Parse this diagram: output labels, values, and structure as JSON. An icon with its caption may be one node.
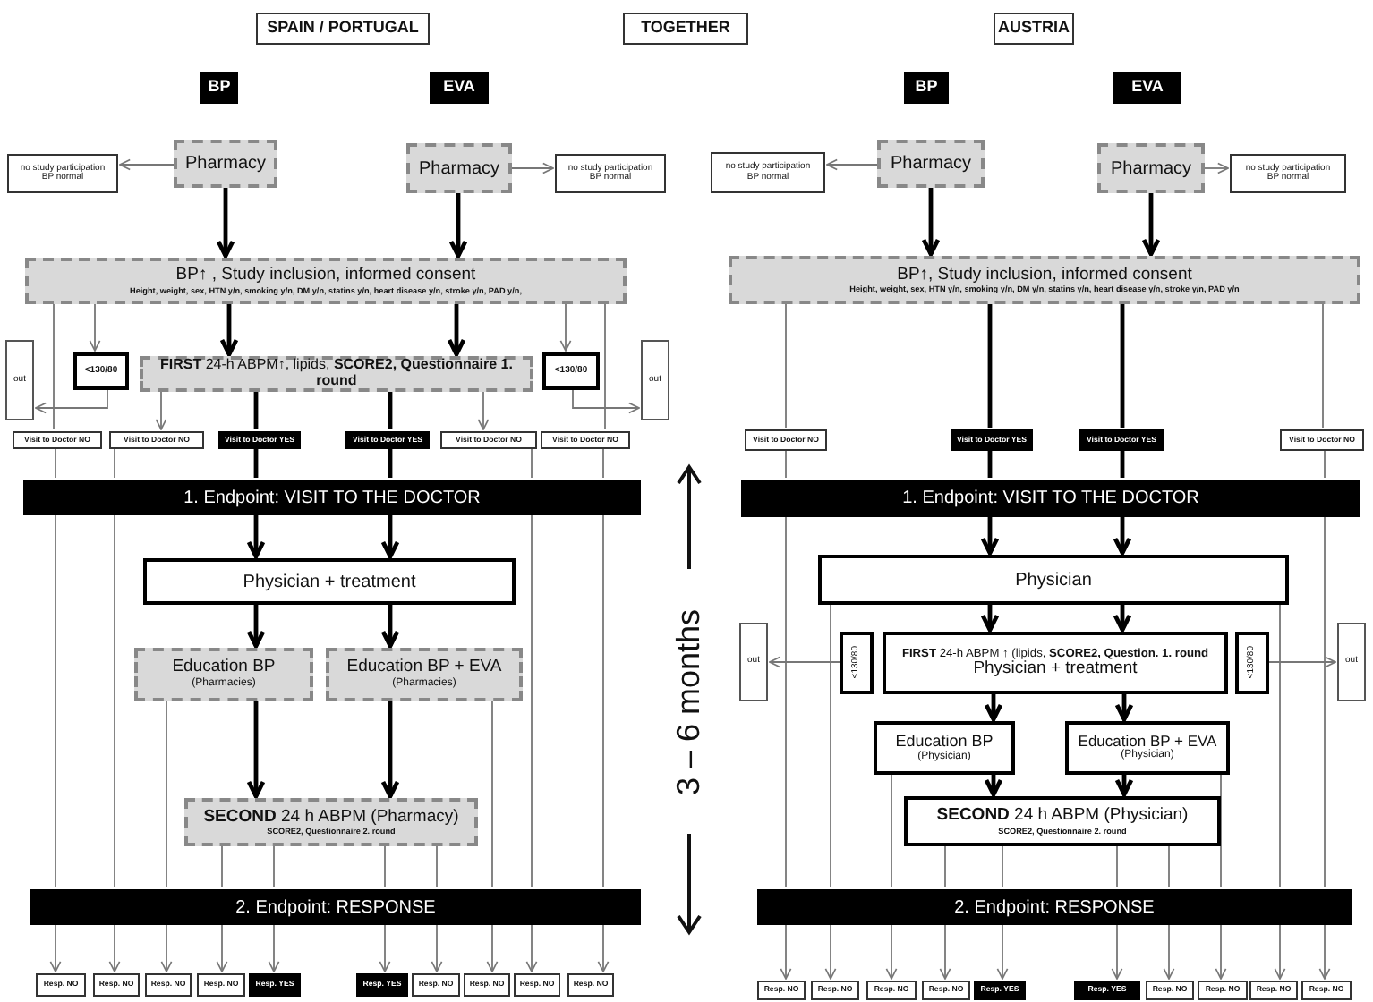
{
  "diagram": {
    "nodes": [
      {
        "text": [
          "SPAIN / PORTUGAL"
        ]
      },
      {
        "text": [
          "TOGETHER"
        ]
      },
      {
        "text": [
          "AUSTRIA"
        ]
      },
      {
        "text": [
          "BP"
        ]
      },
      {
        "text": [
          "EVA"
        ]
      },
      {
        "text": [
          "no study participation BP normal"
        ]
      },
      {
        "text": [
          "Pharmacy"
        ]
      },
      {
        "text": [
          "Pharmacy"
        ]
      },
      {
        "text": [
          "no study participation BP normal"
        ]
      },
      {
        "text": [
          "BP↑ , Study inclusion, informed consent",
          "Height, weight, sex, HTN y/n, smoking y/n, DM y/n, statins y/n, heart disease y/n, stroke y/n, PAD y/n,"
        ]
      },
      {
        "text": [
          "out"
        ]
      },
      {
        "text": [
          "<130/80"
        ]
      },
      {
        "text": [
          "**FIRST** 24-h ABPM↑, lipids, **SCORE2, Questionnaire 1. round**"
        ]
      },
      {
        "text": [
          "<130/80"
        ]
      },
      {
        "text": [
          "out"
        ]
      },
      {
        "text": [
          "Visit to Doctor NO"
        ]
      },
      {
        "text": [
          "Visit to Doctor NO"
        ]
      },
      {
        "text": [
          "Visit to Doctor YES"
        ]
      },
      {
        "text": [
          "Visit to Doctor YES"
        ]
      },
      {
        "text": [
          "Visit to Doctor NO"
        ]
      },
      {
        "text": [
          "Visit to Doctor NO"
        ]
      },
      {
        "text": [
          "1. Endpoint: VISIT TO THE DOCTOR"
        ]
      },
      {
        "text": [
          "Physician + treatment"
        ]
      },
      {
        "text": [
          "Education BP",
          "(Pharmacies)"
        ]
      },
      {
        "text": [
          "Education BP + EVA",
          "(Pharmacies)"
        ]
      },
      {
        "text": [
          "**SECOND** 24 h ABPM (Pharmacy)",
          "SCORE2, Questionnaire 2. round"
        ]
      },
      {
        "text": [
          "2. Endpoint: RESPONSE"
        ]
      },
      {
        "text": [
          "Resp. NO"
        ]
      },
      {
        "text": [
          "Resp. NO"
        ]
      },
      {
        "text": [
          "Resp. NO"
        ]
      },
      {
        "text": [
          "Resp. NO"
        ]
      },
      {
        "text": [
          "Resp. YES"
        ]
      },
      {
        "text": [
          "Resp. YES"
        ]
      },
      {
        "text": [
          "Resp. NO"
        ]
      },
      {
        "text": [
          "Resp. NO"
        ]
      },
      {
        "text": [
          "Resp. NO"
        ]
      },
      {
        "text": [
          "Resp. NO"
        ]
      },
      {
        "text": [
          "BP"
        ]
      },
      {
        "text": [
          "EVA"
        ]
      },
      {
        "text": [
          "no study participation BP normal"
        ]
      },
      {
        "text": [
          "Pharmacy"
        ]
      },
      {
        "text": [
          "Pharmacy"
        ]
      },
      {
        "text": [
          "no study participation BP normal"
        ]
      },
      {
        "text": [
          "BP↑, Study inclusion, informed consent",
          "Height, weight, sex, HTN y/n, smoking y/n, DM y/n, statins y/n, heart disease y/n, stroke y/n, PAD y/n"
        ]
      },
      {
        "text": [
          "Visit to Doctor NO"
        ]
      },
      {
        "text": [
          "Visit to Doctor YES"
        ]
      },
      {
        "text": [
          "Visit to Doctor YES"
        ]
      },
      {
        "text": [
          "Visit to Doctor NO"
        ]
      },
      {
        "text": [
          "1. Endpoint: VISIT TO THE DOCTOR"
        ]
      },
      {
        "text": [
          "Physician"
        ]
      },
      {
        "text": [
          "out"
        ]
      },
      {
        "text": [
          "<130/80"
        ]
      },
      {
        "text": [
          "**FIRST** 24-h ABPM ↑ (lipids, **SCORE2, Question. 1. round**",
          "Physician + treatment"
        ]
      },
      {
        "text": [
          "<130/80"
        ]
      },
      {
        "text": [
          "out"
        ]
      },
      {
        "text": [
          "Education BP",
          "(Physician)"
        ]
      },
      {
        "text": [
          "Education BP + EVA",
          "(Physician)"
        ]
      },
      {
        "text": [
          "**SECOND** 24 h ABPM (Physician)",
          "SCORE2, Questionnaire 2. round"
        ]
      },
      {
        "text": [
          "2. Endpoint: RESPONSE"
        ]
      },
      {
        "text": [
          "Resp. NO"
        ]
      },
      {
        "text": [
          "Resp. NO"
        ]
      },
      {
        "text": [
          "Resp. NO"
        ]
      },
      {
        "text": [
          "Resp. NO"
        ]
      },
      {
        "text": [
          "Resp. YES"
        ]
      },
      {
        "text": [
          "Resp. YES"
        ]
      },
      {
        "text": [
          "Resp. NO"
        ]
      },
      {
        "text": [
          "Resp. NO"
        ]
      },
      {
        "text": [
          "Resp. NO"
        ]
      },
      {
        "text": [
          "Resp. NO"
        ]
      }
    ],
    "edges": [
      {
        "from": 6,
        "to": 5,
        "arrow": "to"
      },
      {
        "from": 7,
        "to": 8,
        "arrow": "to"
      },
      {
        "from": 6,
        "to": 9,
        "arrow": "to",
        "style": "thick",
        "color": "#000000"
      },
      {
        "from": 7,
        "to": 9,
        "arrow": "to",
        "style": "thick",
        "color": "#000000"
      },
      {
        "from": 9,
        "to": 15,
        "arrow": "none"
      },
      {
        "from": 9,
        "to": 11,
        "arrow": "to"
      },
      {
        "from": 9,
        "to": 12,
        "arrow": "to",
        "style": "thick",
        "color": "#000000"
      },
      {
        "from": 9,
        "to": 12,
        "arrow": "to",
        "style": "thick",
        "color": "#000000"
      },
      {
        "from": 9,
        "to": 13,
        "arrow": "to"
      },
      {
        "from": 9,
        "to": 20,
        "arrow": "none"
      },
      {
        "from": 11,
        "to": 10,
        "arrow": "to"
      },
      {
        "from": 13,
        "to": 14,
        "arrow": "to"
      },
      {
        "from": 12,
        "to": 16,
        "arrow": "to"
      },
      {
        "from": 12,
        "to": 17,
        "arrow": "none",
        "style": "thick",
        "color": "#000000"
      },
      {
        "from": 12,
        "to": 18,
        "arrow": "none",
        "style": "thick",
        "color": "#000000"
      },
      {
        "from": 12,
        "to": 19,
        "arrow": "to"
      },
      {
        "from": 17,
        "to": 21,
        "arrow": "none",
        "style": "thick",
        "color": "#000000"
      },
      {
        "from": 18,
        "to": 21,
        "arrow": "none",
        "style": "thick",
        "color": "#000000"
      },
      {
        "from": 21,
        "to": 22,
        "arrow": "to",
        "style": "thick",
        "color": "#000000"
      },
      {
        "from": 21,
        "to": 22,
        "arrow": "to",
        "style": "thick",
        "color": "#000000"
      },
      {
        "from": 22,
        "to": 23,
        "arrow": "to",
        "style": "thick",
        "color": "#000000"
      },
      {
        "from": 22,
        "to": 24,
        "arrow": "to",
        "style": "thick",
        "color": "#000000"
      },
      {
        "from": 23,
        "to": 25,
        "arrow": "to",
        "style": "thick",
        "color": "#000000"
      },
      {
        "from": 24,
        "to": 25,
        "arrow": "to",
        "style": "thick",
        "color": "#000000"
      },
      {
        "from": 15,
        "to": 21,
        "arrow": "none"
      },
      {
        "from": 21,
        "to": 26,
        "arrow": "none"
      },
      {
        "from": 26,
        "to": 27,
        "arrow": "to"
      },
      {
        "from": 16,
        "to": 21,
        "arrow": "none"
      },
      {
        "from": 21,
        "to": 26,
        "arrow": "none"
      },
      {
        "from": 26,
        "to": 28,
        "arrow": "to"
      },
      {
        "from": 23,
        "to": 26,
        "arrow": "none"
      },
      {
        "from": 26,
        "to": 29,
        "arrow": "to"
      },
      {
        "from": 25,
        "to": 26,
        "arrow": "none"
      },
      {
        "from": 26,
        "to": 30,
        "arrow": "to"
      },
      {
        "from": 25,
        "to": 26,
        "arrow": "none"
      },
      {
        "from": 26,
        "to": 31,
        "arrow": "to"
      },
      {
        "from": 25,
        "to": 26,
        "arrow": "none"
      },
      {
        "from": 26,
        "to": 32,
        "arrow": "to"
      },
      {
        "from": 25,
        "to": 26,
        "arrow": "none"
      },
      {
        "from": 26,
        "to": 33,
        "arrow": "to"
      },
      {
        "from": 24,
        "to": 26,
        "arrow": "none"
      },
      {
        "from": 26,
        "to": 34,
        "arrow": "to"
      },
      {
        "from": 19,
        "to": 21,
        "arrow": "none"
      },
      {
        "from": 21,
        "to": 26,
        "arrow": "none"
      },
      {
        "from": 26,
        "to": 35,
        "arrow": "to"
      },
      {
        "from": 20,
        "to": 21,
        "arrow": "none"
      },
      {
        "from": 21,
        "to": 26,
        "arrow": "none"
      },
      {
        "from": 26,
        "to": 36,
        "arrow": "to"
      },
      {
        "from": 40,
        "to": 39,
        "arrow": "to"
      },
      {
        "from": 41,
        "to": 42,
        "arrow": "to"
      },
      {
        "from": 40,
        "to": 43,
        "arrow": "to",
        "style": "thick",
        "color": "#000000"
      },
      {
        "from": 41,
        "to": 43,
        "arrow": "to",
        "style": "thick",
        "color": "#000000"
      },
      {
        "from": 43,
        "to": 44,
        "arrow": "none"
      },
      {
        "from": 43,
        "to": 45,
        "arrow": "none",
        "style": "thick",
        "color": "#000000"
      },
      {
        "from": 43,
        "to": 46,
        "arrow": "none",
        "style": "thick",
        "color": "#000000"
      },
      {
        "from": 43,
        "to": 47,
        "arrow": "none"
      },
      {
        "from": 45,
        "to": 48,
        "arrow": "none",
        "style": "thick",
        "color": "#000000"
      },
      {
        "from": 46,
        "to": 48,
        "arrow": "none",
        "style": "thick",
        "color": "#000000"
      },
      {
        "from": 48,
        "to": 49,
        "arrow": "to",
        "style": "thick",
        "color": "#000000"
      },
      {
        "from": 48,
        "to": 49,
        "arrow": "to",
        "style": "thick",
        "color": "#000000"
      },
      {
        "from": 49,
        "to": 52,
        "arrow": "to",
        "style": "thick",
        "color": "#000000"
      },
      {
        "from": 49,
        "to": 52,
        "arrow": "to",
        "style": "thick",
        "color": "#000000"
      },
      {
        "from": 51,
        "to": 50,
        "arrow": "to"
      },
      {
        "from": 53,
        "to": 54,
        "arrow": "to"
      },
      {
        "from": 52,
        "to": 55,
        "arrow": "to",
        "style": "thick",
        "color": "#000000"
      },
      {
        "from": 52,
        "to": 56,
        "arrow": "to",
        "style": "thick",
        "color": "#000000"
      },
      {
        "from": 55,
        "to": 57,
        "arrow": "to",
        "style": "thick",
        "color": "#000000"
      },
      {
        "from": 56,
        "to": 57,
        "arrow": "to",
        "style": "thick",
        "color": "#000000"
      },
      {
        "from": 44,
        "to": 48,
        "arrow": "none"
      },
      {
        "from": 48,
        "to": 58,
        "arrow": "none"
      },
      {
        "from": 58,
        "to": 59,
        "arrow": "to"
      },
      {
        "from": 49,
        "to": 58,
        "arrow": "none"
      },
      {
        "from": 58,
        "to": 60,
        "arrow": "to"
      },
      {
        "from": 55,
        "to": 58,
        "arrow": "none"
      },
      {
        "from": 58,
        "to": 61,
        "arrow": "to"
      },
      {
        "from": 57,
        "to": 58,
        "arrow": "none"
      },
      {
        "from": 58,
        "to": 62,
        "arrow": "to"
      },
      {
        "from": 57,
        "to": 58,
        "arrow": "none"
      },
      {
        "from": 58,
        "to": 63,
        "arrow": "to"
      },
      {
        "from": 57,
        "to": 58,
        "arrow": "none"
      },
      {
        "from": 58,
        "to": 64,
        "arrow": "to"
      },
      {
        "from": 57,
        "to": 58,
        "arrow": "none"
      },
      {
        "from": 58,
        "to": 65,
        "arrow": "to"
      },
      {
        "from": 56,
        "to": 58,
        "arrow": "none"
      },
      {
        "from": 58,
        "to": 66,
        "arrow": "to"
      },
      {
        "from": 49,
        "to": 58,
        "arrow": "none"
      },
      {
        "from": 58,
        "to": 67,
        "arrow": "to"
      },
      {
        "from": 47,
        "to": 48,
        "arrow": "none"
      },
      {
        "from": 48,
        "to": 58,
        "arrow": "none"
      },
      {
        "from": 58,
        "to": 68,
        "arrow": "to"
      }
    ],
    "labels": [
      "3 – 6 months"
    ]
  }
}
